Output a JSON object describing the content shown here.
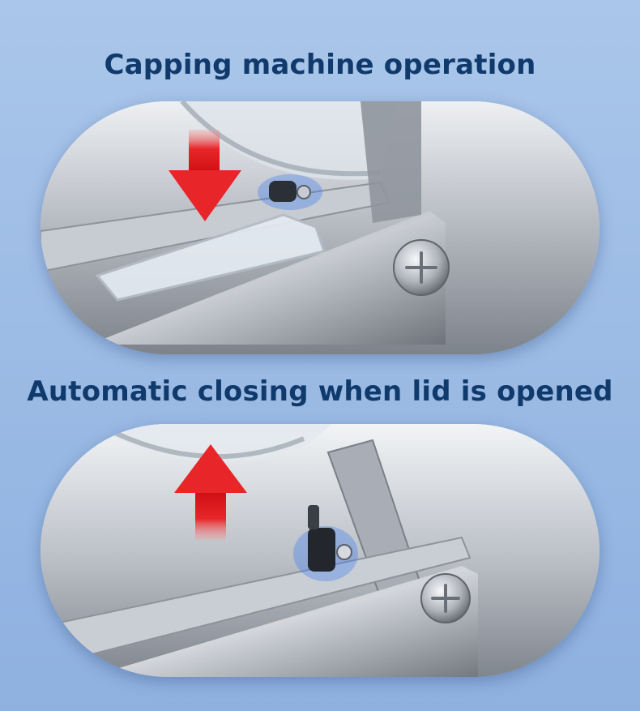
{
  "sections": [
    {
      "heading": "Capping machine operation",
      "arrow": "down"
    },
    {
      "heading": "Automatic closing when lid is opened",
      "arrow": "up"
    }
  ],
  "colors": {
    "heading": "#103a6b",
    "background": "#9ebde6",
    "arrow": "#e8262a",
    "highlight": "#3d7cf0"
  },
  "icons": [
    "arrow-down-icon",
    "arrow-up-icon",
    "screw-icon"
  ]
}
